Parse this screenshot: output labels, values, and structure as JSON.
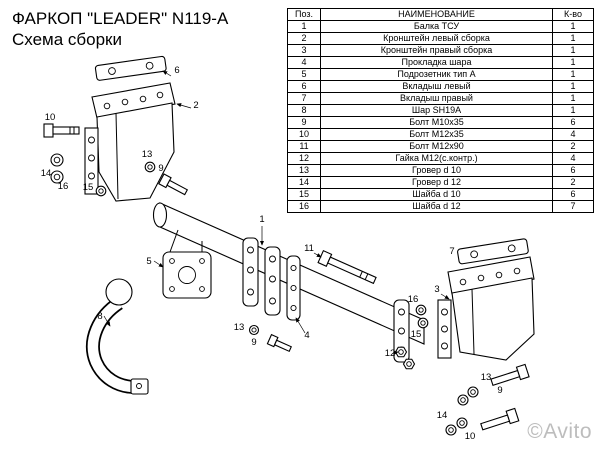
{
  "page": {
    "title": "ФАРКОП \"LEADER\" N119-A",
    "subtitle": "Схема сборки"
  },
  "parts_table": {
    "headers": [
      "Поз.",
      "НАИМЕНОВАНИЕ",
      "К-во"
    ],
    "rows": [
      {
        "pos": "1",
        "name": "Балка ТСУ",
        "qty": "1"
      },
      {
        "pos": "2",
        "name": "Кронштейн левый сборка",
        "qty": "1"
      },
      {
        "pos": "3",
        "name": "Кронштейн правый сборка",
        "qty": "1"
      },
      {
        "pos": "4",
        "name": "Прокладка шара",
        "qty": "1"
      },
      {
        "pos": "5",
        "name": "Подрозетник тип А",
        "qty": "1"
      },
      {
        "pos": "6",
        "name": "Вкладыш левый",
        "qty": "1"
      },
      {
        "pos": "7",
        "name": "Вкладыш правый",
        "qty": "1"
      },
      {
        "pos": "8",
        "name": "Шар SH19A",
        "qty": "1"
      },
      {
        "pos": "9",
        "name": "Болт М10х35",
        "qty": "6"
      },
      {
        "pos": "10",
        "name": "Болт М12х35",
        "qty": "4"
      },
      {
        "pos": "11",
        "name": "Болт М12х90",
        "qty": "2"
      },
      {
        "pos": "12",
        "name": "Гайка М12(с.контр.)",
        "qty": "4"
      },
      {
        "pos": "13",
        "name": "Гровер d 10",
        "qty": "6"
      },
      {
        "pos": "14",
        "name": "Гровер d 12",
        "qty": "2"
      },
      {
        "pos": "15",
        "name": "Шайба d 10",
        "qty": "6"
      },
      {
        "pos": "16",
        "name": "Шайба d 12",
        "qty": "7"
      }
    ]
  },
  "diagram": {
    "callouts": [
      "6",
      "10",
      "14",
      "16",
      "15",
      "13",
      "9",
      "2",
      "1",
      "5",
      "8",
      "13",
      "9",
      "4",
      "11",
      "12",
      "7",
      "3",
      "16",
      "15",
      "13",
      "9",
      "14",
      "10"
    ]
  },
  "watermark": "©Avito"
}
